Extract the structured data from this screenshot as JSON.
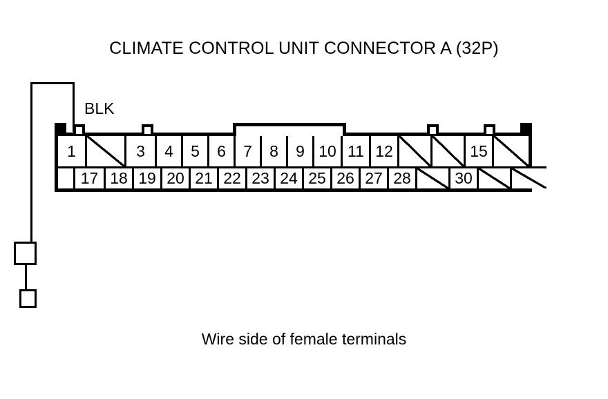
{
  "title": "CLIMATE CONTROL UNIT CONNECTOR A (32P)",
  "caption": "Wire side of female terminals",
  "wire": {
    "color_label": "BLK",
    "from_pin": "1"
  },
  "connector": {
    "name": "Climate Control Unit Connector A",
    "pin_count": "32P",
    "top_row": [
      {
        "label": "1",
        "blank": false
      },
      {
        "label": "",
        "blank": true
      },
      {
        "label": "3",
        "blank": false
      },
      {
        "label": "4",
        "blank": false
      },
      {
        "label": "5",
        "blank": false
      },
      {
        "label": "6",
        "blank": false
      },
      {
        "label": "7",
        "blank": false
      },
      {
        "label": "8",
        "blank": false
      },
      {
        "label": "9",
        "blank": false
      },
      {
        "label": "10",
        "blank": false
      },
      {
        "label": "11",
        "blank": false
      },
      {
        "label": "12",
        "blank": false
      },
      {
        "label": "",
        "blank": true
      },
      {
        "label": "",
        "blank": true
      },
      {
        "label": "15",
        "blank": false
      },
      {
        "label": "",
        "blank": true
      }
    ],
    "bottom_row": [
      {
        "label": "",
        "blank": false,
        "void": true
      },
      {
        "label": "17",
        "blank": false
      },
      {
        "label": "18",
        "blank": false
      },
      {
        "label": "19",
        "blank": false
      },
      {
        "label": "20",
        "blank": false
      },
      {
        "label": "21",
        "blank": false
      },
      {
        "label": "22",
        "blank": false
      },
      {
        "label": "23",
        "blank": false
      },
      {
        "label": "24",
        "blank": false
      },
      {
        "label": "25",
        "blank": false
      },
      {
        "label": "26",
        "blank": false
      },
      {
        "label": "27",
        "blank": false
      },
      {
        "label": "28",
        "blank": false
      },
      {
        "label": "",
        "blank": true
      },
      {
        "label": "30",
        "blank": false
      },
      {
        "label": "",
        "blank": true
      },
      {
        "label": "",
        "blank": true
      }
    ]
  },
  "colors": {
    "line": "#000000",
    "background": "#ffffff"
  }
}
